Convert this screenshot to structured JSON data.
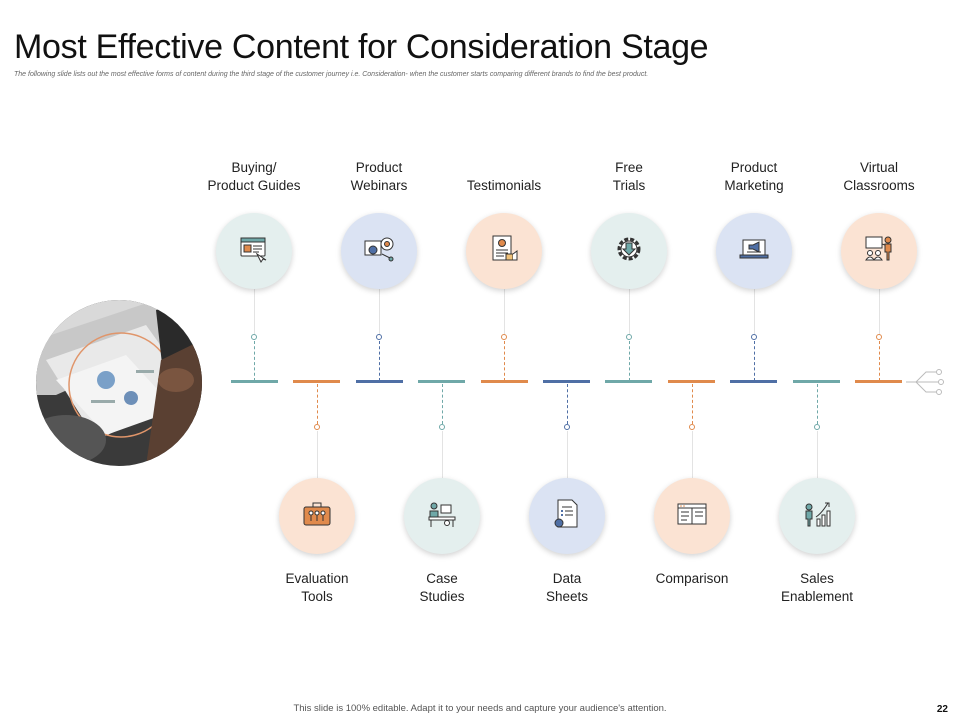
{
  "title": "Most Effective Content for Consideration Stage",
  "subtitle": "The following slide lists out the most effective forms of content during the third stage of the customer journey i.e. Consideration- when the customer starts  comparing different brands to find the best product.",
  "footer": "This slide is 100% editable. Adapt it to your needs and capture your audience's attention.",
  "page_number": "22",
  "colors": {
    "teal": "#6fa8a8",
    "orange": "#e08a4c",
    "blue": "#4f6fa5",
    "teal_bg": "#e4efee",
    "orange_bg": "#fbe3d3",
    "blue_bg": "#dbe3f3"
  },
  "top_items": [
    {
      "line1": "Buying/",
      "line2": "Product Guides",
      "icon": "product-guide-icon",
      "color": "teal"
    },
    {
      "line1": "Product",
      "line2": "Webinars",
      "icon": "webinar-icon",
      "color": "blue"
    },
    {
      "line1": "",
      "line2": "Testimonials",
      "icon": "testimonial-icon",
      "color": "orange"
    },
    {
      "line1": "Free",
      "line2": "Trials",
      "icon": "gear-download-icon",
      "color": "teal"
    },
    {
      "line1": "Product",
      "line2": "Marketing",
      "icon": "laptop-megaphone-icon",
      "color": "blue"
    },
    {
      "line1": "Virtual",
      "line2": "Classrooms",
      "icon": "classroom-icon",
      "color": "orange"
    }
  ],
  "bottom_items": [
    {
      "line1": "Evaluation",
      "line2": "Tools",
      "icon": "toolbox-icon",
      "color": "orange"
    },
    {
      "line1": "Case",
      "line2": "Studies",
      "icon": "case-study-icon",
      "color": "teal"
    },
    {
      "line1": "Data",
      "line2": "Sheets",
      "icon": "data-sheet-icon",
      "color": "blue"
    },
    {
      "line1": "Comparison",
      "line2": "",
      "icon": "comparison-icon",
      "color": "orange"
    },
    {
      "line1": "Sales",
      "line2": "Enablement",
      "icon": "sales-growth-icon",
      "color": "teal"
    }
  ],
  "timeline_colors": [
    "teal",
    "orange",
    "blue",
    "teal",
    "orange",
    "blue",
    "teal",
    "orange",
    "blue",
    "teal",
    "orange"
  ]
}
